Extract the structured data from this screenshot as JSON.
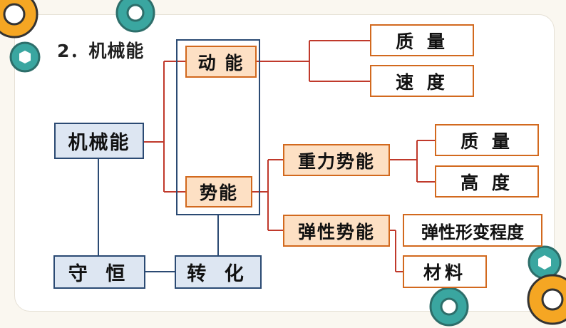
{
  "title": "2．机械能",
  "nodes": {
    "mech": "机械能",
    "kinetic": "动 能",
    "potential": "势能",
    "k_mass": "质 量",
    "k_speed": "速 度",
    "gravity": "重力势能",
    "elastic": "弹性势能",
    "g_mass": "质 量",
    "g_height": "高 度",
    "e_deform": "弹性形变程度",
    "e_material": "材料",
    "conserve": "守 恒",
    "transform": "转 化"
  },
  "colors": {
    "blue_fill": "#dde6f2",
    "blue_border": "#2b4a73",
    "peach_fill": "#fde0c4",
    "orange_border": "#d2691e",
    "connector_orange": "#c0392b",
    "gear_yellow": "#f5a623",
    "gear_teal": "#3aa6a0"
  }
}
